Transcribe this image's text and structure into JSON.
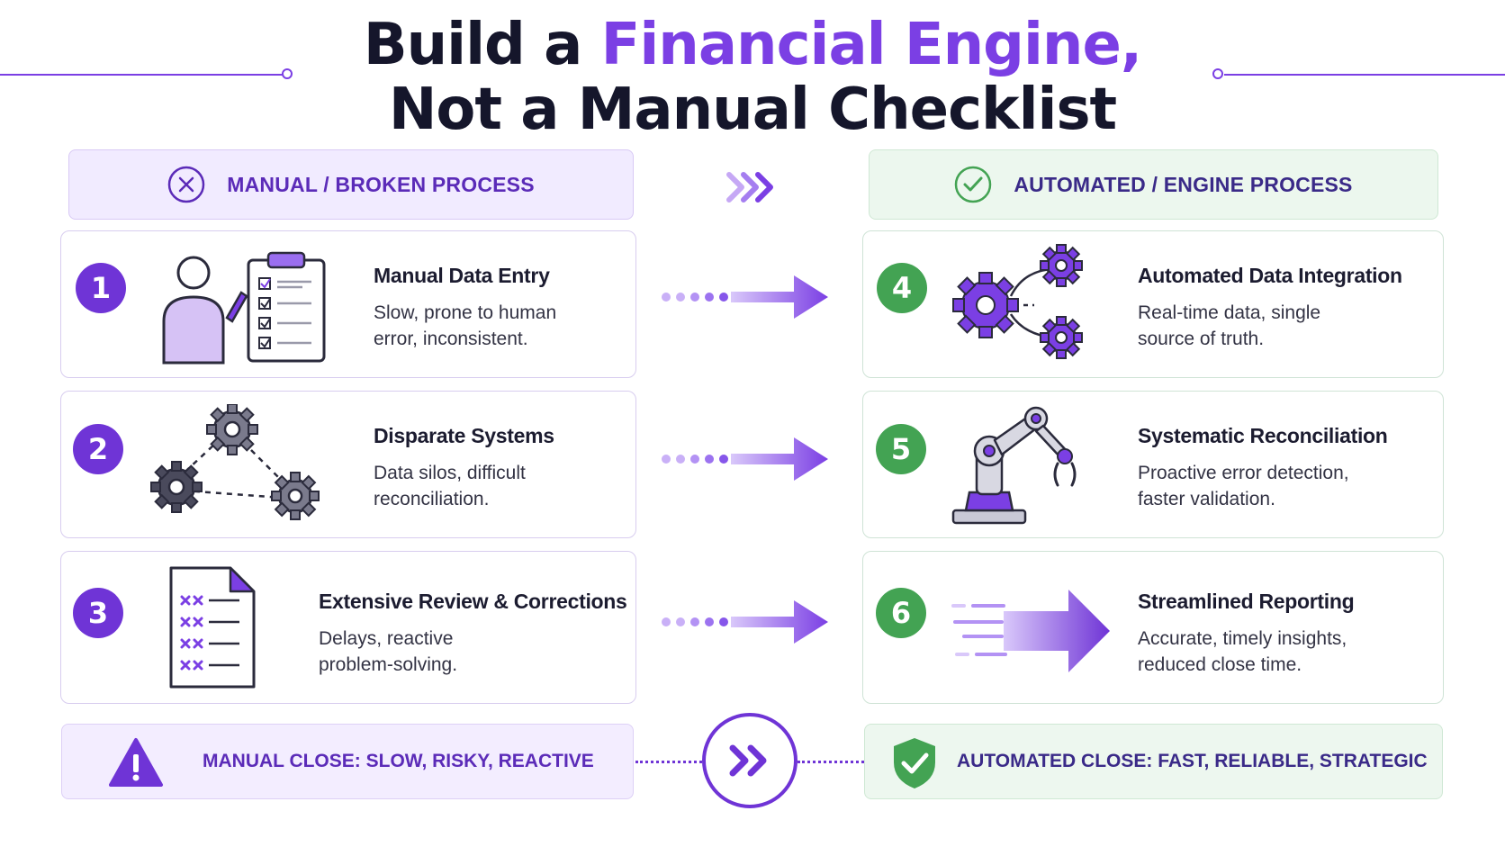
{
  "title": {
    "line1_plain": "Build a ",
    "line1_accent": "Financial Engine,",
    "line2": "Not a Manual Checklist"
  },
  "headers": {
    "left": {
      "label": "MANUAL / BROKEN PROCESS",
      "icon": "x-circle-icon"
    },
    "right": {
      "label": "AUTOMATED / ENGINE PROCESS",
      "icon": "check-circle-icon"
    }
  },
  "manual_steps": [
    {
      "number": "1",
      "title": "Manual Data Entry",
      "description": "Slow, prone to human error, inconsistent.",
      "icon": "person-checklist-icon"
    },
    {
      "number": "2",
      "title": "Disparate Systems",
      "description": "Data silos, difficult reconciliation.",
      "icon": "disconnected-gears-icon"
    },
    {
      "number": "3",
      "title": "Extensive Review & Corrections",
      "description": "Delays, reactive problem-solving.",
      "icon": "error-document-icon"
    }
  ],
  "automated_steps": [
    {
      "number": "4",
      "title": "Automated Data Integration",
      "description": "Real-time data, single source of truth.",
      "icon": "connected-gears-icon"
    },
    {
      "number": "5",
      "title": "Systematic Reconciliation",
      "description": "Proactive error detection, faster validation.",
      "icon": "robotic-arm-icon"
    },
    {
      "number": "6",
      "title": "Streamlined Reporting",
      "description": "Accurate, timely insights, reduced close time.",
      "icon": "speed-arrow-icon"
    }
  ],
  "footer": {
    "left": {
      "label": "MANUAL CLOSE: SLOW, RISKY, REACTIVE",
      "icon": "warning-icon"
    },
    "right": {
      "label": "AUTOMATED CLOSE: FAST, RELIABLE, STRATEGIC",
      "icon": "shield-check-icon"
    }
  },
  "colors": {
    "purple": "#6f34d6",
    "accent_purple": "#7b3fe4",
    "green": "#43a353",
    "dark": "#15162b"
  }
}
